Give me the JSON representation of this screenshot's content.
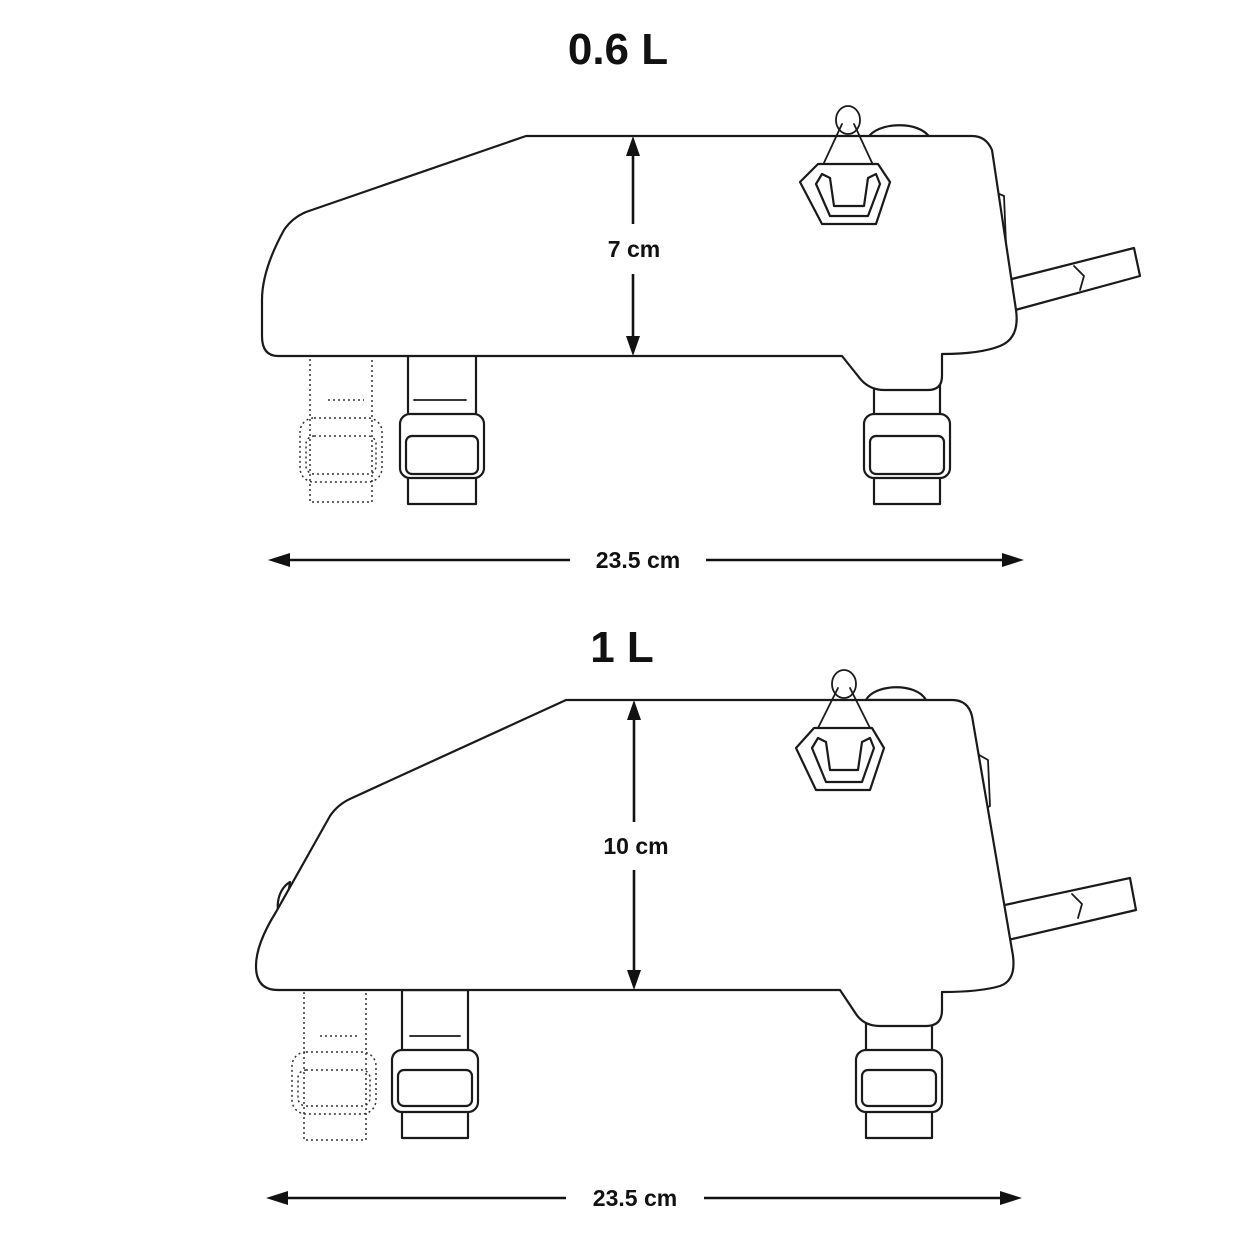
{
  "diagrams": [
    {
      "volume": "0.6 L",
      "height": "7 cm",
      "length": "23.5 cm"
    },
    {
      "volume": "1 L",
      "height": "10 cm",
      "length": "23.5 cm"
    }
  ],
  "colors": {
    "line": "#1a1a1a",
    "background": "#ffffff"
  },
  "icons": [
    "zipper-pull-icon",
    "buckle-icon",
    "strap-icon"
  ]
}
